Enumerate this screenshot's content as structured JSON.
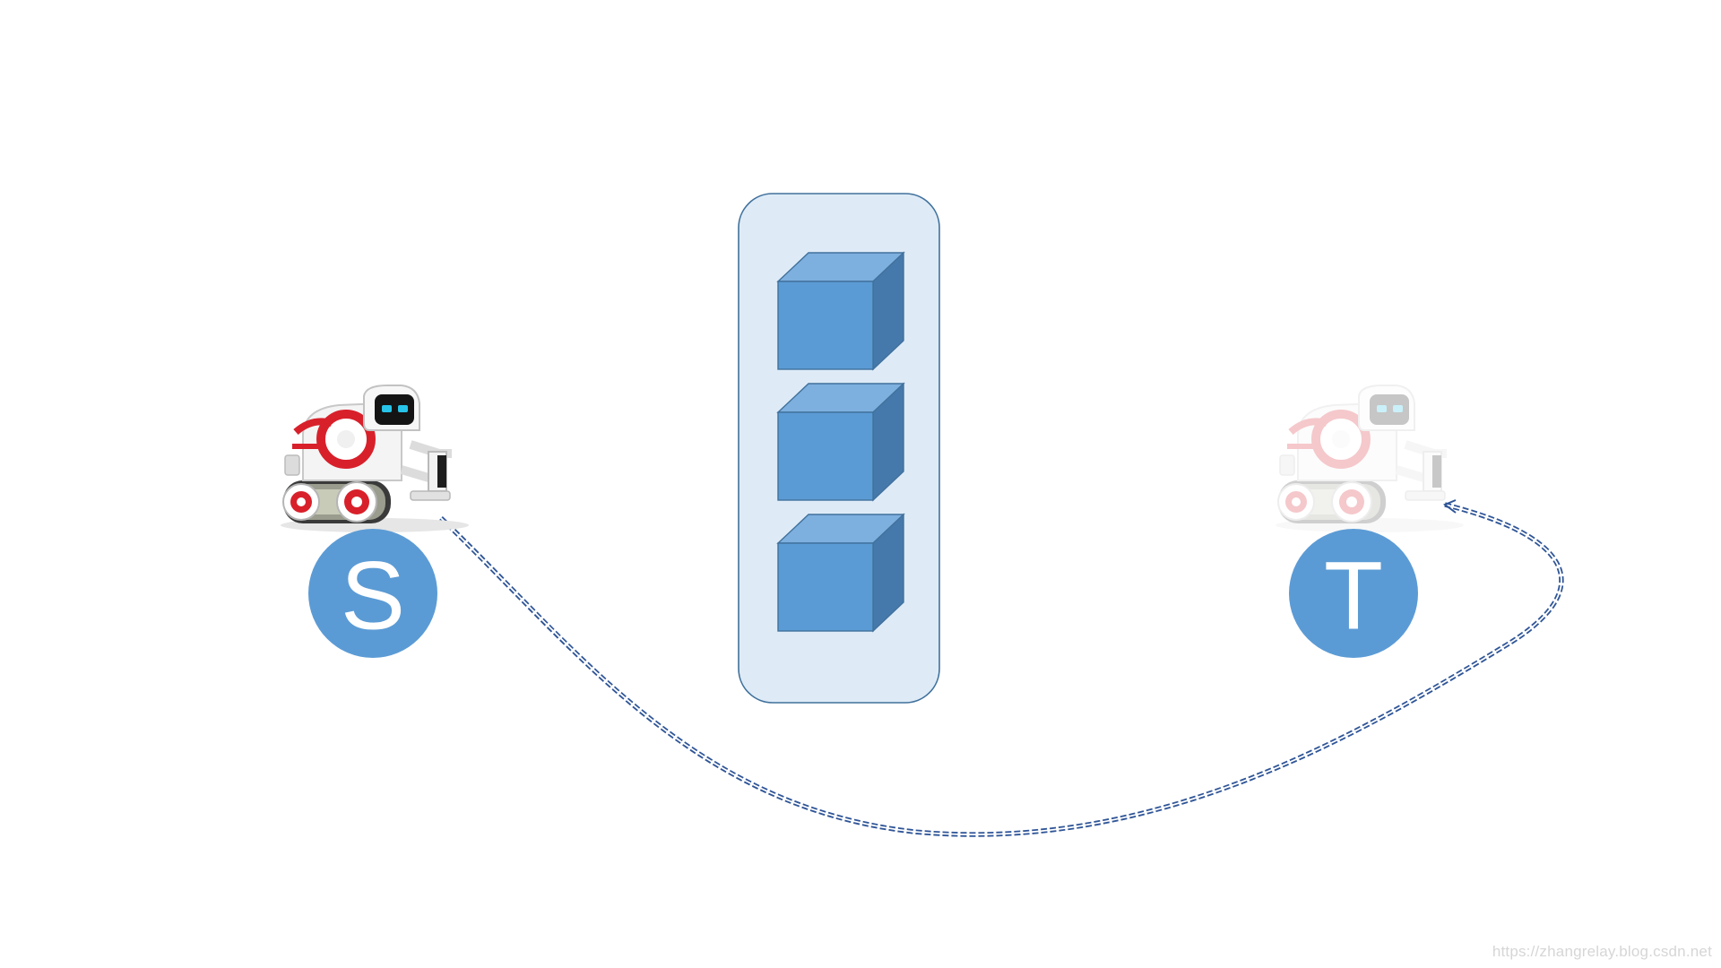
{
  "nodes": {
    "start": {
      "label": "S",
      "color": "#5b9bd5"
    },
    "target": {
      "label": "T",
      "color": "#5b9bd5"
    }
  },
  "obstacle": {
    "panel_fill": "#deebf7",
    "panel_stroke": "#41719c",
    "cube_front": "#5b9bd5",
    "cube_top": "#7eb0df",
    "cube_side": "#4679ab",
    "cube_count": 3
  },
  "robots": {
    "start": {
      "icon": "cozmo-robot-icon",
      "faded": false
    },
    "target": {
      "icon": "cozmo-robot-icon",
      "faded": true
    }
  },
  "path": {
    "style": "dashed-double-line",
    "color": "#2f5597"
  },
  "watermark": "https://zhangrelay.blog.csdn.net"
}
